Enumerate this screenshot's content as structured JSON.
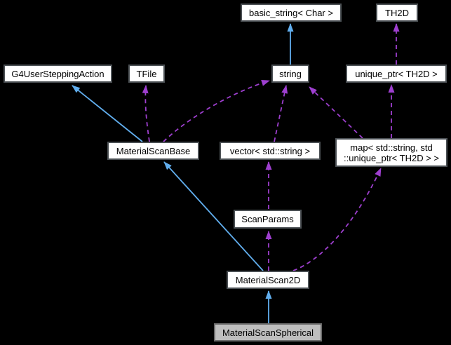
{
  "colors": {
    "background": "#000000",
    "inheritance_arrow": "#61AEEE",
    "usage_arrow": "#9E3FCF",
    "node_fill": "#FFFFFF",
    "node_border": "#4B5054",
    "node_text": "#000000",
    "highlight_fill": "#BEBEBE",
    "highlight_border": "#6B6B6B"
  },
  "nodes": {
    "basic_string": {
      "label": "basic_string< Char >"
    },
    "th2d": {
      "label": "TH2D"
    },
    "g4_user_stepping_action": {
      "label": "G4UserSteppingAction"
    },
    "tfile": {
      "label": "TFile"
    },
    "string": {
      "label": "string"
    },
    "unique_ptr_th2d": {
      "label": "unique_ptr< TH2D >"
    },
    "material_scan_base": {
      "label": "MaterialScanBase"
    },
    "vector_std_string": {
      "label": "vector< std::string >"
    },
    "map_string_unique_ptr": {
      "label_line1": "map< std::string, std",
      "label_line2": "::unique_ptr< TH2D > >"
    },
    "scan_params": {
      "label": "ScanParams"
    },
    "material_scan_2d": {
      "label": "MaterialScan2D"
    },
    "material_scan_spherical": {
      "label": "MaterialScanSpherical"
    }
  },
  "edges": [
    {
      "from": "string",
      "to": "basic_string< Char >",
      "type": "inheritance"
    },
    {
      "from": "MaterialScanBase",
      "to": "G4UserSteppingAction",
      "type": "inheritance"
    },
    {
      "from": "MaterialScan2D",
      "to": "MaterialScanBase",
      "type": "inheritance"
    },
    {
      "from": "MaterialScanSpherical",
      "to": "MaterialScan2D",
      "type": "inheritance"
    },
    {
      "from": "MaterialScanBase",
      "to": "TFile",
      "type": "usage"
    },
    {
      "from": "MaterialScanBase",
      "to": "string",
      "type": "usage"
    },
    {
      "from": "vector< std::string >",
      "to": "string",
      "type": "usage"
    },
    {
      "from": "map< std::string, std::unique_ptr< TH2D > >",
      "to": "string",
      "type": "usage"
    },
    {
      "from": "map< std::string, std::unique_ptr< TH2D > >",
      "to": "unique_ptr< TH2D >",
      "type": "usage"
    },
    {
      "from": "unique_ptr< TH2D >",
      "to": "TH2D",
      "type": "usage"
    },
    {
      "from": "ScanParams",
      "to": "vector< std::string >",
      "type": "usage"
    },
    {
      "from": "MaterialScan2D",
      "to": "ScanParams",
      "type": "usage"
    },
    {
      "from": "MaterialScan2D",
      "to": "map< std::string, std::unique_ptr< TH2D > >",
      "type": "usage"
    }
  ]
}
